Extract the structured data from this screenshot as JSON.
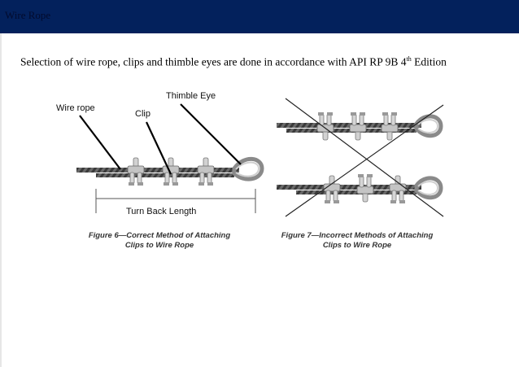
{
  "header": {
    "title": "Wire Rope",
    "bar_color": "#03215c"
  },
  "intro": {
    "text_before": "Selection of wire rope, clips and thimble eyes are done in accordance with API RP 9B 4",
    "superscript": "th",
    "text_after": " Edition"
  },
  "figure_correct": {
    "labels": {
      "wire_rope": "Wire rope",
      "clip": "Clip",
      "thimble_eye": "Thimble Eye",
      "turn_back_length": "Turn Back Length"
    },
    "caption_line1": "Figure 6—Correct Method of Attaching",
    "caption_line2": "Clips to Wire Rope"
  },
  "figure_incorrect": {
    "caption_line1": "Figure 7—Incorrect Methods of Attaching",
    "caption_line2": "Clips to Wire Rope"
  },
  "colors": {
    "rope": "#444444",
    "clip": "#bdbdbd",
    "thimble": "#a9a9a9"
  }
}
